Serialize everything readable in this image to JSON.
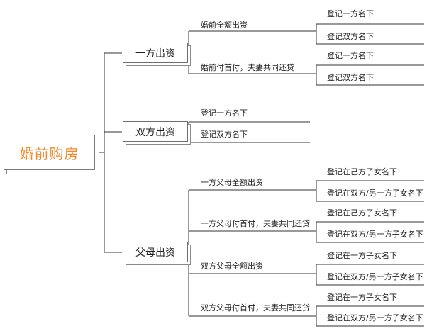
{
  "root": {
    "label": "婚前购房"
  },
  "branches": [
    {
      "label": "一方出资",
      "children": [
        {
          "label": "婚前全额出资",
          "leaves": [
            "登记一方名下",
            "登记双方名下"
          ]
        },
        {
          "label": "婚前付首付，夫妻共同还贷",
          "leaves": [
            "登记一方名下",
            "登记双方名下"
          ]
        }
      ]
    },
    {
      "label": "双方出资",
      "children": [
        {
          "label": "登记一方名下"
        },
        {
          "label": "登记双方名下"
        }
      ]
    },
    {
      "label": "父母出资",
      "children": [
        {
          "label": "一方父母全额出资",
          "leaves": [
            "登记在己方子女名下",
            "登记在双方/另一方子女名下"
          ]
        },
        {
          "label": "一方父母付首付，夫妻共同还贷",
          "leaves": [
            "登记在己方子女名下",
            "登记在双方/另一方子女名下"
          ]
        },
        {
          "label": "双方父母全额出资",
          "leaves": [
            "登记在一方子女名下",
            "登记在双方/另一方子女名下"
          ]
        },
        {
          "label": "双方父母付首付，夫妻共同还贷",
          "leaves": [
            "登记在一方子女名下",
            "登记在双方/另一方子女名下"
          ]
        }
      ]
    }
  ]
}
